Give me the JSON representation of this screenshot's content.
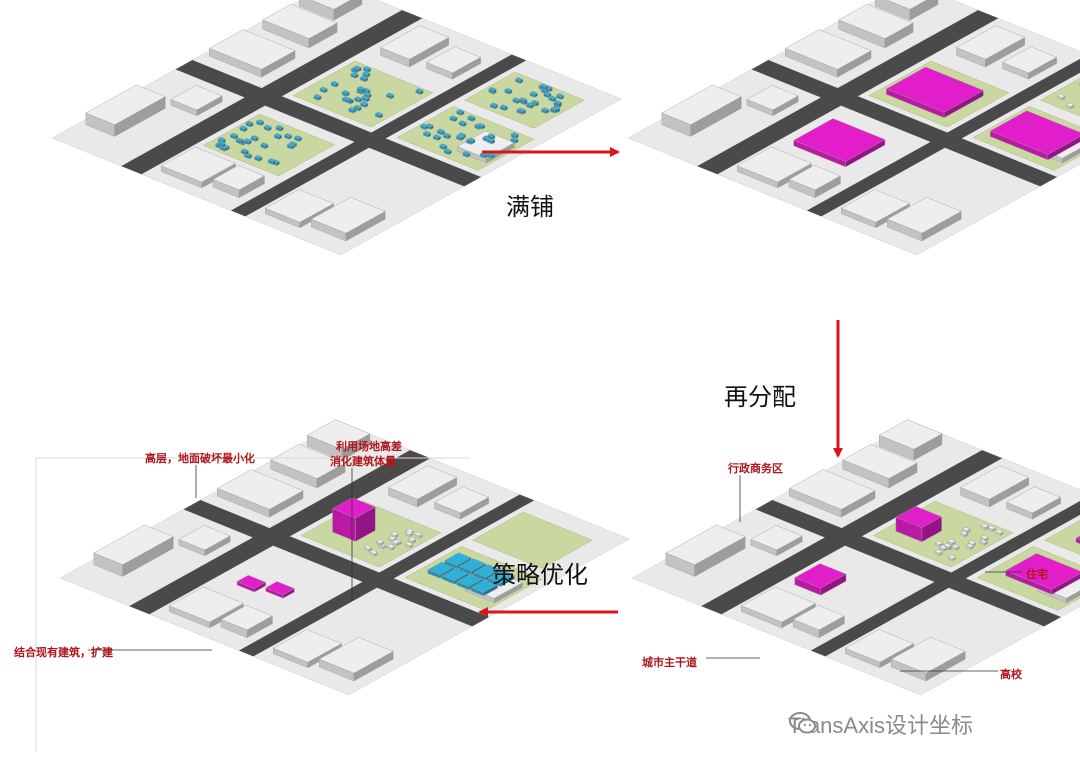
{
  "colors": {
    "arrow": "#d9151b",
    "callout": "#b0161d",
    "road": "#4a4a4a",
    "green": "#c8d8a0",
    "pink": "#e11ec9",
    "cyan": "#2eb0d8",
    "building": "#eeeeee"
  },
  "steps": {
    "s1": "满铺",
    "s2": "再分配",
    "s3": "策略优化"
  },
  "callouts": {
    "admin": "行政商务区",
    "residential": "住宅",
    "arterial": "城市主干道",
    "university": "高校",
    "highrise": "高层，地面破坏最小化",
    "terrain_line1": "利用场地高差",
    "terrain_line2": "消化建筑体量",
    "combine": "结合现有建筑，扩建"
  },
  "watermark": {
    "icon": "wechat-icon",
    "text": "TransAxis设计坐标"
  }
}
